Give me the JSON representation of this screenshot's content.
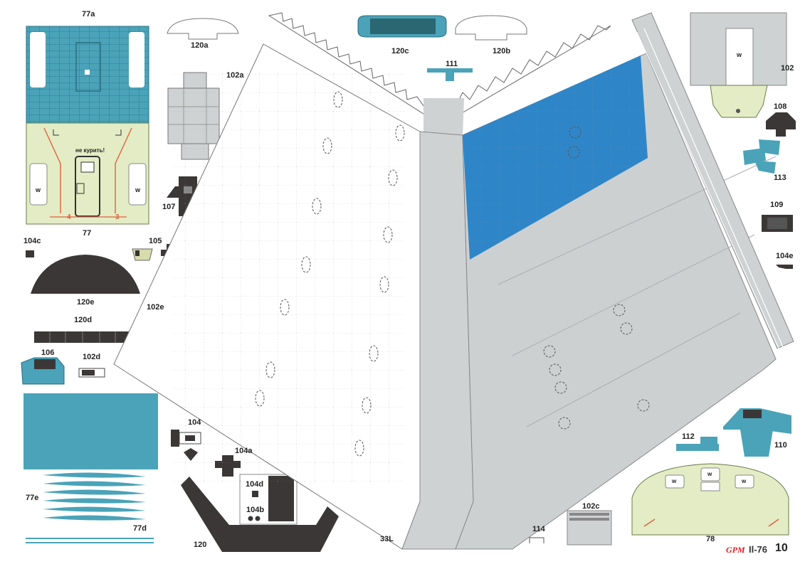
{
  "sheet": {
    "brand": "GPM",
    "model": "Il-76",
    "page_number": "10"
  },
  "parts": {
    "p77a": "77a",
    "p77": "77",
    "p120a": "120a",
    "p102a": "102a",
    "p120c": "120c",
    "p111": "111",
    "p120b": "120b",
    "p102": "102",
    "p108": "108",
    "p113": "113",
    "p107": "107",
    "p109": "109",
    "p104e": "104e",
    "p104c": "104c",
    "p105": "105",
    "p120e": "120e",
    "p102e": "102e",
    "p120d": "120d",
    "p106": "106",
    "p102d": "102d",
    "p104": "104",
    "p104a": "104a",
    "p104d": "104d",
    "p104b": "104b",
    "p77e": "77e",
    "p77d": "77d",
    "p120": "120",
    "p33L": "33L",
    "p114": "114",
    "p102c": "102c",
    "p112": "112",
    "p110": "110",
    "p78": "78"
  },
  "markings": {
    "no_smoking": "не курить!",
    "window": "w",
    "num4": "4",
    "num3": "3"
  },
  "colors": {
    "teal": "#4aa3b8",
    "blue": "#2e86c8",
    "cream": "#e3ecc4",
    "gray": "#cfd2d3",
    "dark": "#3b3737"
  }
}
